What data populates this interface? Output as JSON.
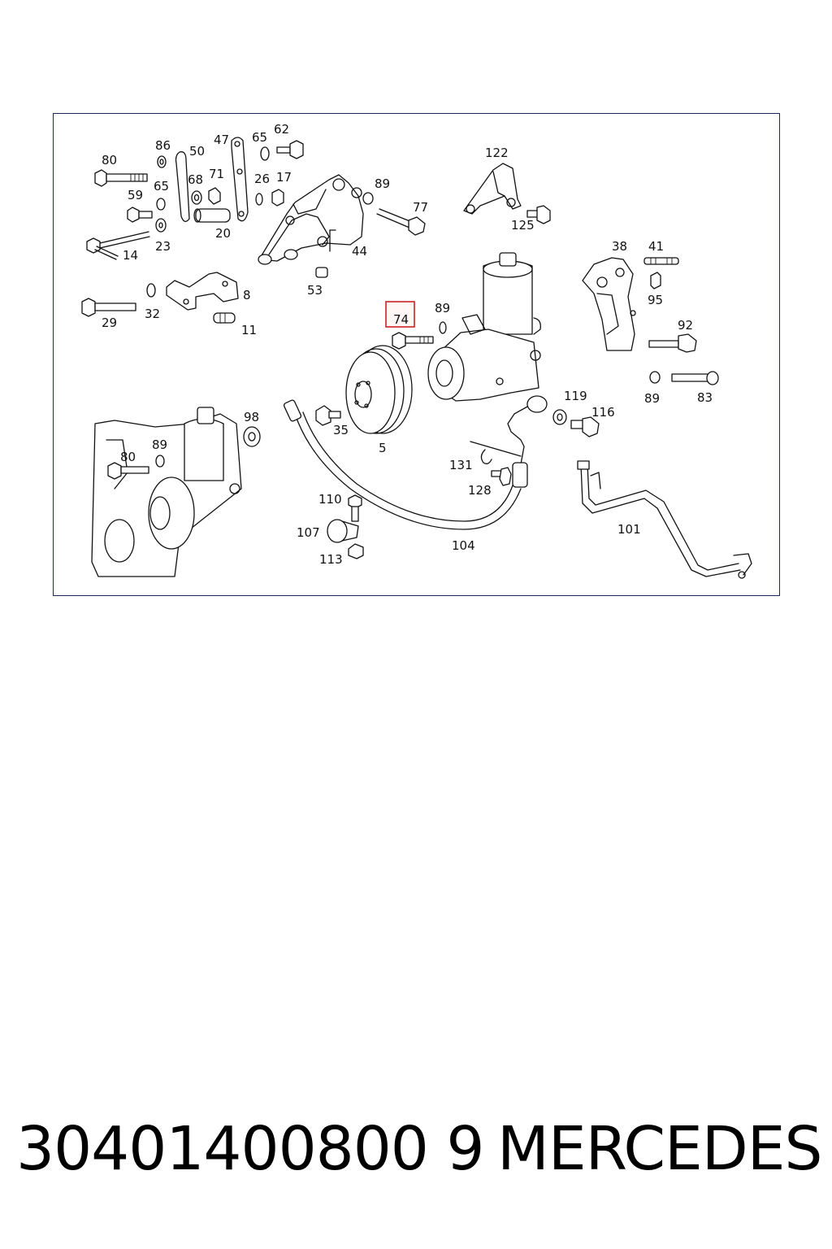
{
  "diagram": {
    "callouts": [
      "80",
      "86",
      "50",
      "47",
      "65",
      "62",
      "59",
      "65",
      "68",
      "71",
      "26",
      "17",
      "89",
      "77",
      "122",
      "14",
      "23",
      "20",
      "44",
      "125",
      "53",
      "8",
      "38",
      "41",
      "29",
      "32",
      "11",
      "74",
      "89",
      "95",
      "92",
      "89",
      "83",
      "98",
      "80",
      "89",
      "35",
      "5",
      "119",
      "116",
      "131",
      "128",
      "110",
      "107",
      "104",
      "113",
      "101"
    ],
    "highlighted": "74",
    "highlight_color": "#cc2222"
  },
  "footer": {
    "part_number": "30401400800 9",
    "brand": "MERCEDES"
  }
}
